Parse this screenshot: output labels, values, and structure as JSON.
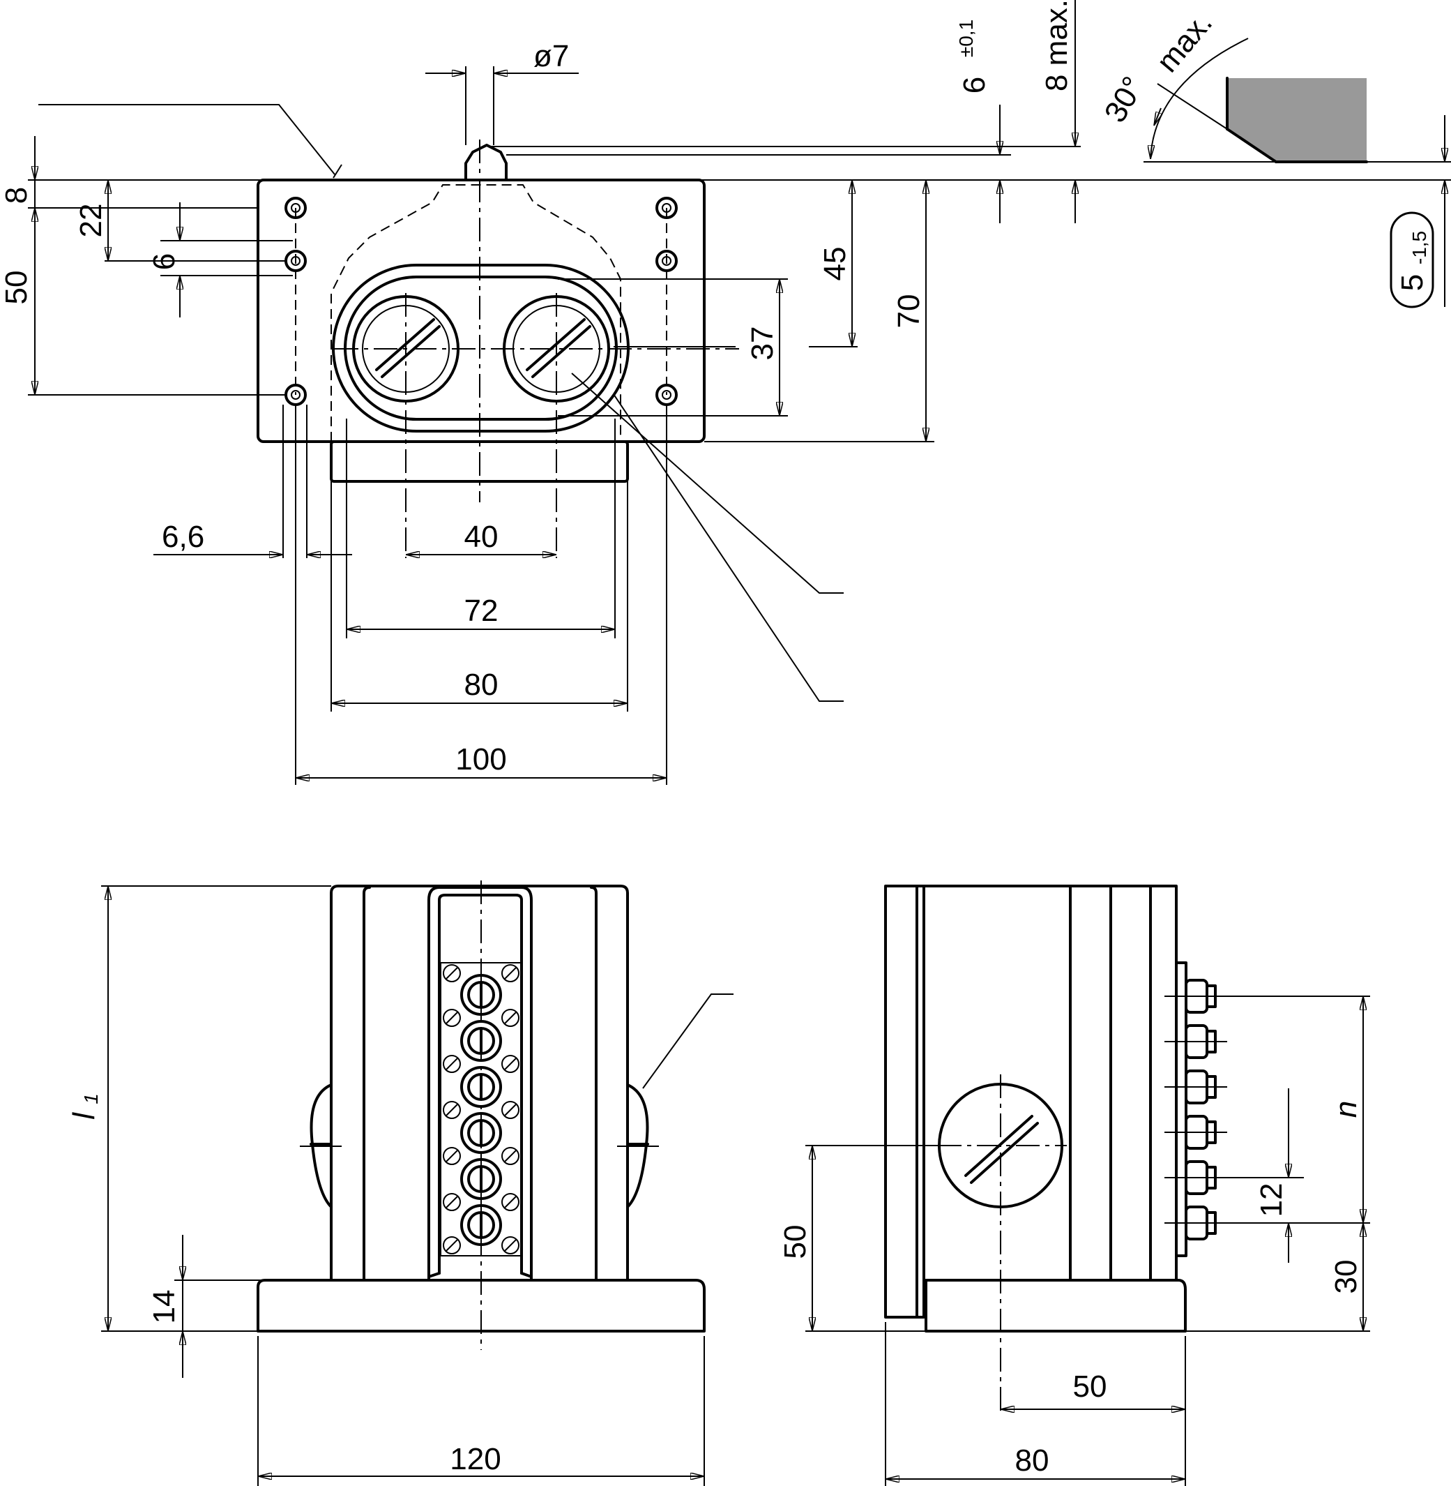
{
  "front_view": {
    "dims": {
      "pin_diameter": "ø7",
      "tol_6": "6",
      "tol_6_sup": "±0,1",
      "travel_8": "8 max.",
      "angle": "30°",
      "angle_max": "max.",
      "badge_main": "5",
      "badge_tol": "-1,5",
      "d8": "8",
      "d22": "22",
      "d6": "6",
      "d50": "50",
      "d45": "45",
      "d70": "70",
      "d37": "37",
      "d6_6": "6,6",
      "d40": "40",
      "d72": "72",
      "d80": "80",
      "d100": "100"
    }
  },
  "bottom_left_view": {
    "dims": {
      "l1": "l",
      "l1_sub": "1",
      "d14": "14",
      "d120": "120"
    }
  },
  "bottom_right_view": {
    "dims": {
      "d50_v": "50",
      "d50_h": "50",
      "d80": "80",
      "n": "n",
      "d12": "12",
      "d30": "30"
    }
  }
}
